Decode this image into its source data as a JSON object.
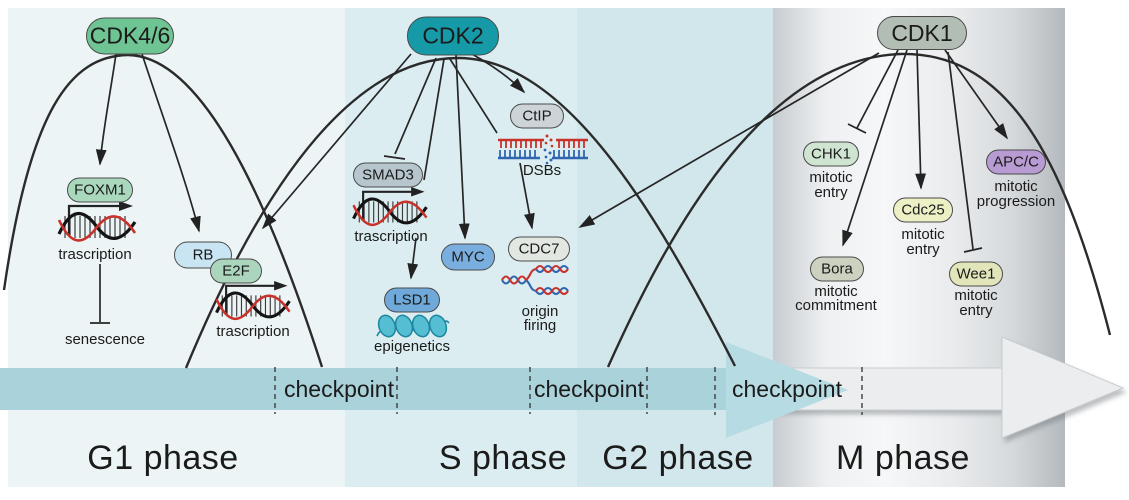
{
  "figure": {
    "phases": [
      {
        "id": "g1",
        "label": "G1 phase"
      },
      {
        "id": "s",
        "label": "S phase"
      },
      {
        "id": "g2",
        "label": "G2 phase"
      },
      {
        "id": "m",
        "label": "M phase"
      }
    ],
    "checkpoints": [
      {
        "label": "checkpoint"
      },
      {
        "label": "checkpoint"
      },
      {
        "label": "checkpoint"
      }
    ],
    "kinases": {
      "cdk46": {
        "label": "CDK4/6",
        "fill": "#6fc494"
      },
      "cdk2": {
        "label": "CDK2",
        "fill": "#169aa8"
      },
      "cdk1": {
        "label": "CDK1",
        "fill": "#b2beb3"
      }
    },
    "targets": {
      "foxm1": {
        "label": "FOXM1",
        "fill": "#a9d8bd"
      },
      "rb": {
        "label": "RB",
        "fill": "#c9e5f3"
      },
      "e2f": {
        "label": "E2F",
        "fill": "#abd6bd"
      },
      "smad3": {
        "label": "SMAD3",
        "fill": "#b7c6cd"
      },
      "myc": {
        "label": "MYC",
        "fill": "#79aede"
      },
      "lsd1": {
        "label": "LSD1",
        "fill": "#6ea9d9"
      },
      "ctip": {
        "label": "CtIP",
        "fill": "#ccd4da"
      },
      "cdc7": {
        "label": "CDC7",
        "fill": "#e2e7e2"
      },
      "chk1": {
        "label": "CHK1",
        "fill": "#cfe5d2"
      },
      "cdc25": {
        "label": "Cdc25",
        "fill": "#edf0c5"
      },
      "apcc": {
        "label": "APC/C",
        "fill": "#b79bd2"
      },
      "bora": {
        "label": "Bora",
        "fill": "#ccd2bf"
      },
      "wee1": {
        "label": "Wee1",
        "fill": "#e1e5b9"
      }
    },
    "annotations": {
      "foxm1_tx": "trascription",
      "senescence": "senescence",
      "e2f_tx": "trascription",
      "smad3_tx": "trascription",
      "epigenetics": "epigenetics",
      "dsbs": "DSBs",
      "origin_line1": "origin",
      "origin_line2": "firing",
      "chk1_line1": "mitotic",
      "chk1_line2": "entry",
      "cdc25_line1": "mitotic",
      "cdc25_line2": "entry",
      "apcc_line1": "mitotic",
      "apcc_line2": "progression",
      "bora_line1": "mitotic",
      "bora_line2": "commitment",
      "wee1_line1": "mitotic",
      "wee1_line2": "entry"
    },
    "colors": {
      "phase_g1_bg": "#ecf4f6",
      "phase_s_bg": "#dcedf1",
      "phase_g2_bg": "#d2e7ec",
      "timeline_blue": "#a9d2da",
      "timeline_blue_head": "#b6dbe2",
      "timeline_white": "#ebedee",
      "timeline_white_edge": "#c9ccce",
      "curve_line": "#2b2b2b",
      "dna_red": "#c8322b",
      "dna_blue": "#2f66b0",
      "nucleosome_fill": "#56bed3",
      "nucleosome_edge": "#1d87a0"
    }
  }
}
